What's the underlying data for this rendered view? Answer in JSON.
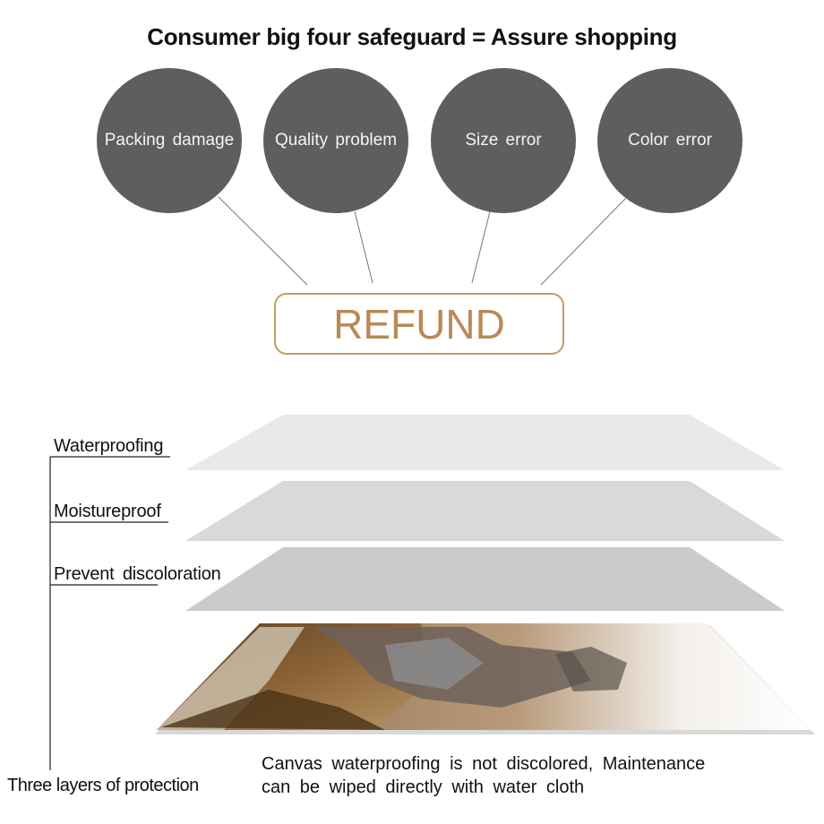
{
  "title": "Consumer big four safeguard = Assure shopping",
  "circles": [
    "Packing damage",
    "Quality problem",
    "Size error",
    "Color error"
  ],
  "refund_label": "REFUND",
  "layers": {
    "labels": [
      "Waterproofing",
      "Moistureproof",
      "Prevent discoloration"
    ],
    "bracket_label": "Three layers of protection"
  },
  "description": {
    "line1": "Canvas waterproofing is not discolored, Maintenance",
    "line2": "can be wiped directly with water cloth"
  },
  "colors": {
    "circle_fill": "#5e5e5e",
    "refund_accent": "#c49a66",
    "layer_1": "#e9e9e9",
    "layer_2": "#d9d9d9",
    "layer_3": "#cbcbcb"
  }
}
